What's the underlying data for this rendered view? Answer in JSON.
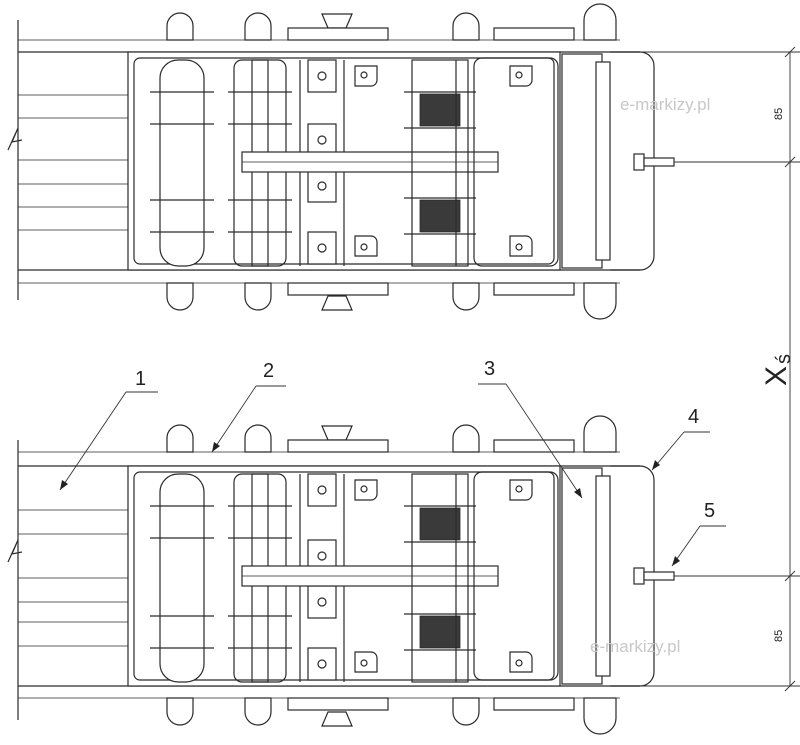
{
  "labels": {
    "one": "1",
    "two": "2",
    "three": "3",
    "four": "4",
    "five": "5"
  },
  "dimensions": {
    "top_gap": "85",
    "bottom_gap": "85",
    "xs_main": "X",
    "xs_sub": "ś"
  },
  "watermarks": {
    "top": "e-markizy.pl",
    "bottom": "e-markizy.pl"
  }
}
